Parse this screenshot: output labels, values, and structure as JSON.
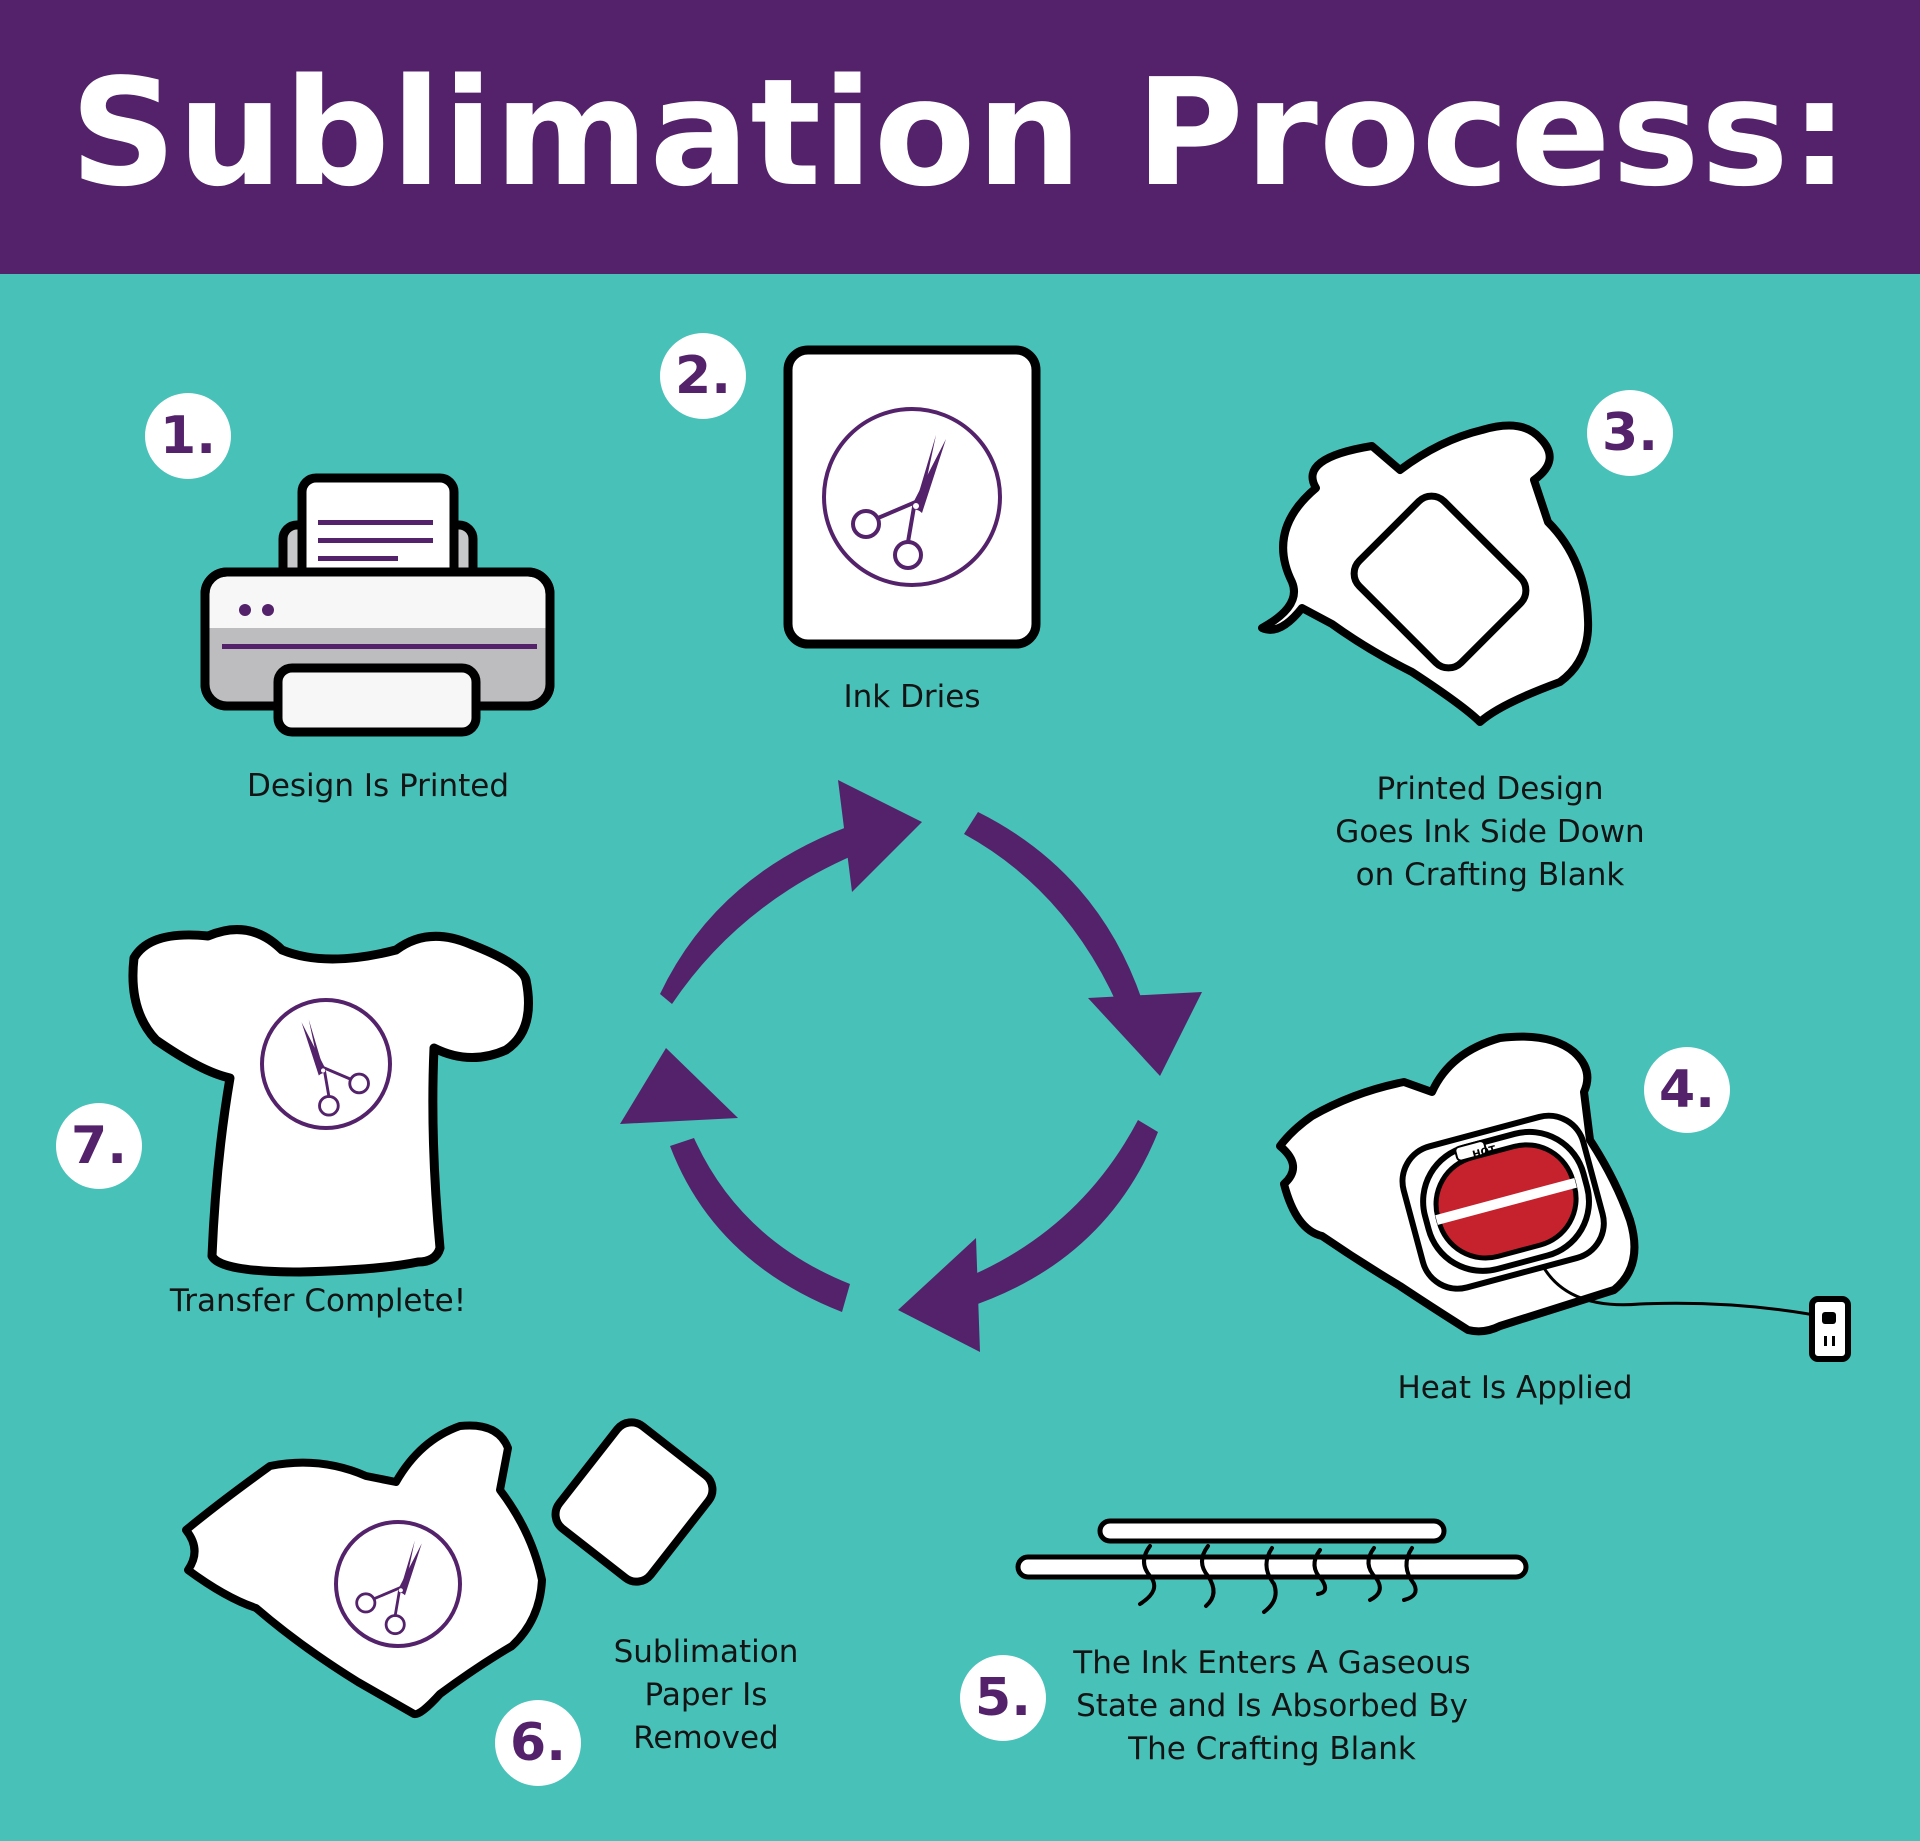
{
  "title": "Sublimation Process:",
  "colors": {
    "header_purple": "#54226a",
    "background_teal": "#48c1b9",
    "arrow_purple": "#54226a",
    "press_red": "#c5222d",
    "text_dark": "#141414",
    "white": "#ffffff"
  },
  "steps": [
    {
      "number": "1.",
      "label": "Design Is Printed",
      "icon": "printer-icon"
    },
    {
      "number": "2.",
      "label": "Ink Dries",
      "icon": "printed-paper-icon"
    },
    {
      "number": "3.",
      "label_lines": [
        "Printed Design",
        "Goes Ink Side Down",
        "on Crafting Blank"
      ],
      "icon": "shirt-with-paper-icon"
    },
    {
      "number": "4.",
      "label": "Heat Is Applied",
      "icon": "heat-press-icon"
    },
    {
      "number": "5.",
      "label_lines": [
        "The Ink Enters A Gaseous",
        "State and Is Absorbed By",
        "The Crafting Blank"
      ],
      "icon": "gas-transfer-icon"
    },
    {
      "number": "6.",
      "label_lines": [
        "Sublimation",
        "Paper Is",
        "Removed"
      ],
      "icon": "shirt-paper-removed-icon"
    },
    {
      "number": "7.",
      "label": "Transfer Complete!",
      "icon": "finished-shirt-icon"
    }
  ],
  "press_badge": "HOT",
  "cycle_icon": "cycle-arrows-icon"
}
